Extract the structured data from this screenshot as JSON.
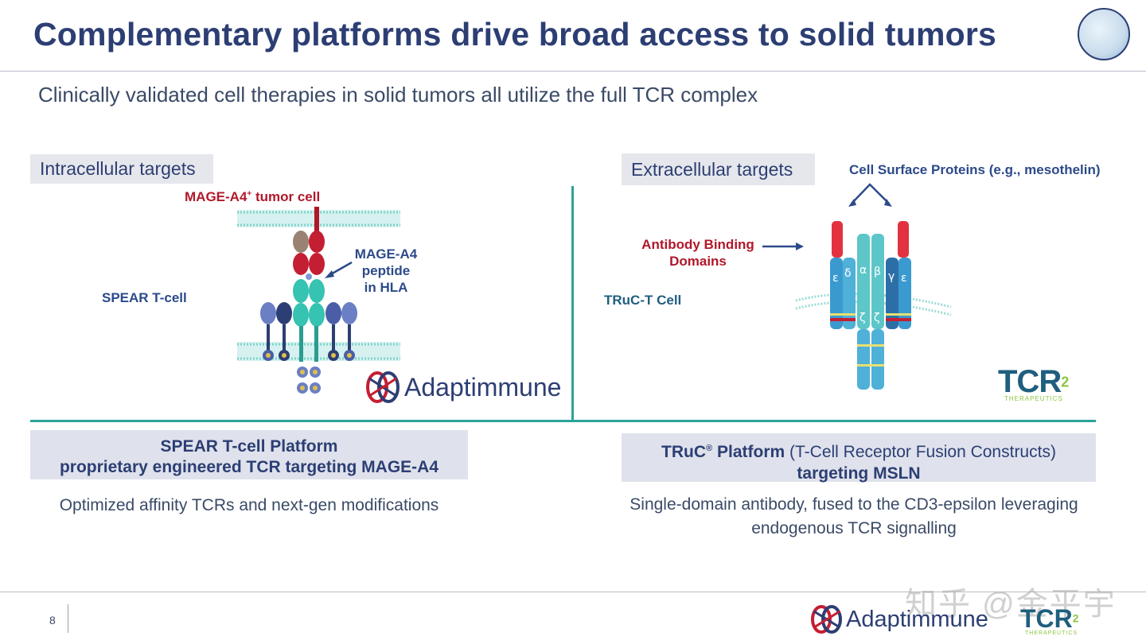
{
  "slide": {
    "title": "Complementary platforms drive broad access to solid tumors",
    "subtitle": "Clinically validated cell therapies in solid tumors all utilize the full TCR complex",
    "page_number": "8"
  },
  "left": {
    "section_label": "Intracellular  targets",
    "tumor_cell_label": "MAGE-A4",
    "tumor_cell_sup": "+",
    "tumor_cell_suffix": " tumor cell",
    "peptide_label_1": "MAGE-A4",
    "peptide_label_2": "peptide",
    "peptide_label_3": "in HLA",
    "cell_label": "SPEAR T-cell",
    "logo_text": "Adaptimmune",
    "platform_line1": "SPEAR T-cell Platform",
    "platform_line2": "proprietary engineered TCR targeting MAGE-A4",
    "description": "Optimized affinity TCRs and next-gen modifications"
  },
  "right": {
    "section_label": "Extracellular  targets",
    "surface_label": "Cell Surface Proteins (e.g., mesothelin)",
    "antibody_label_1": "Antibody Binding",
    "antibody_label_2": "Domains",
    "cell_label": "TRuC-T Cell",
    "greek": [
      "ε",
      "δ",
      "α",
      "β",
      "γ",
      "ε",
      "ζ",
      "ζ"
    ],
    "logo_text": "TCR",
    "logo_sup": "2",
    "logo_sub": "THERAPEUTICS",
    "platform_bold": "TRuC",
    "platform_reg": "®",
    "platform_bold2": " Platform",
    "platform_rest": " (T-Cell Receptor Fusion Constructs)",
    "platform_line2": "targeting MSLN",
    "description_1": "Single-domain antibody, fused to the CD3-epsilon leveraging",
    "description_2": "endogenous TCR signalling"
  },
  "footer": {
    "logo_adaptimmune": "Adaptimmune",
    "logo_tcr": "TCR",
    "logo_tcr_sup": "2",
    "logo_tcr_sub": "THERAPEUTICS",
    "watermark": "知乎 @金平宇"
  },
  "colors": {
    "title": "#2c3e73",
    "teal_rule": "#2aa39a",
    "red_label": "#b0182a",
    "box_fill": "#e6e7ec"
  }
}
